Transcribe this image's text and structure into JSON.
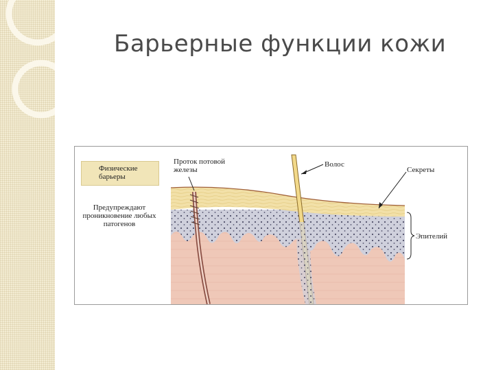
{
  "slide": {
    "title": "Барьерные функции кожи"
  },
  "figure": {
    "box_title": "Физические барьеры",
    "description": "Предупреждают проникновение любых патогенов",
    "labels": {
      "duct": "Проток потовой железы",
      "hair": "Волос",
      "secretions": "Секреты",
      "epithelium": "Эпителий"
    }
  },
  "colors": {
    "sidebar": "#f3ecd3",
    "title": "#4a4a4a",
    "dermis": "#efc8b8",
    "epidermis": "#cfd0dc",
    "stratum_corneum": "#f0dc9e",
    "box": "#f1e5b8"
  }
}
